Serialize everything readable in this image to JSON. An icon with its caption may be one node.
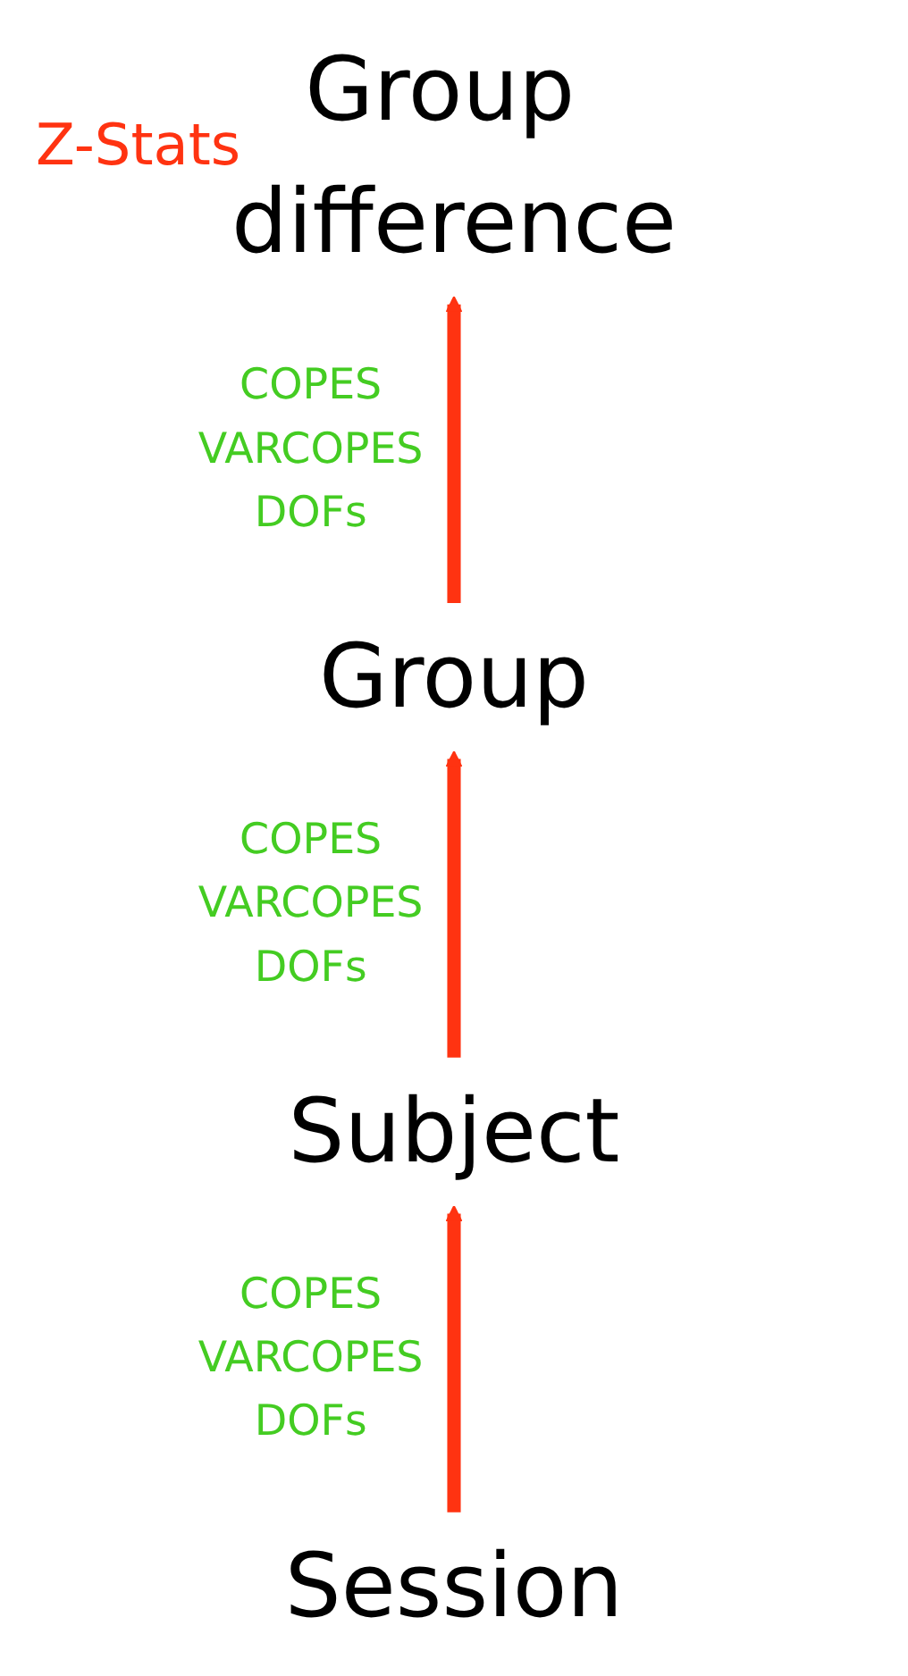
{
  "diagram": {
    "nodes": [
      {
        "text": [
          "Group difference"
        ]
      },
      {
        "text": [
          "Group"
        ]
      },
      {
        "text": [
          "Subject"
        ]
      },
      {
        "text": [
          "Session"
        ]
      }
    ],
    "edges": [
      {
        "from": 3,
        "to": 2,
        "arrow": "to",
        "label": "COPES VARCOPES DOFs"
      },
      {
        "from": 2,
        "to": 1,
        "arrow": "to",
        "label": "COPES VARCOPES DOFs"
      },
      {
        "from": 1,
        "to": 0,
        "arrow": "to",
        "label": "COPES VARCOPES DOFs"
      }
    ],
    "labels": [
      "Z-Stats"
    ]
  }
}
